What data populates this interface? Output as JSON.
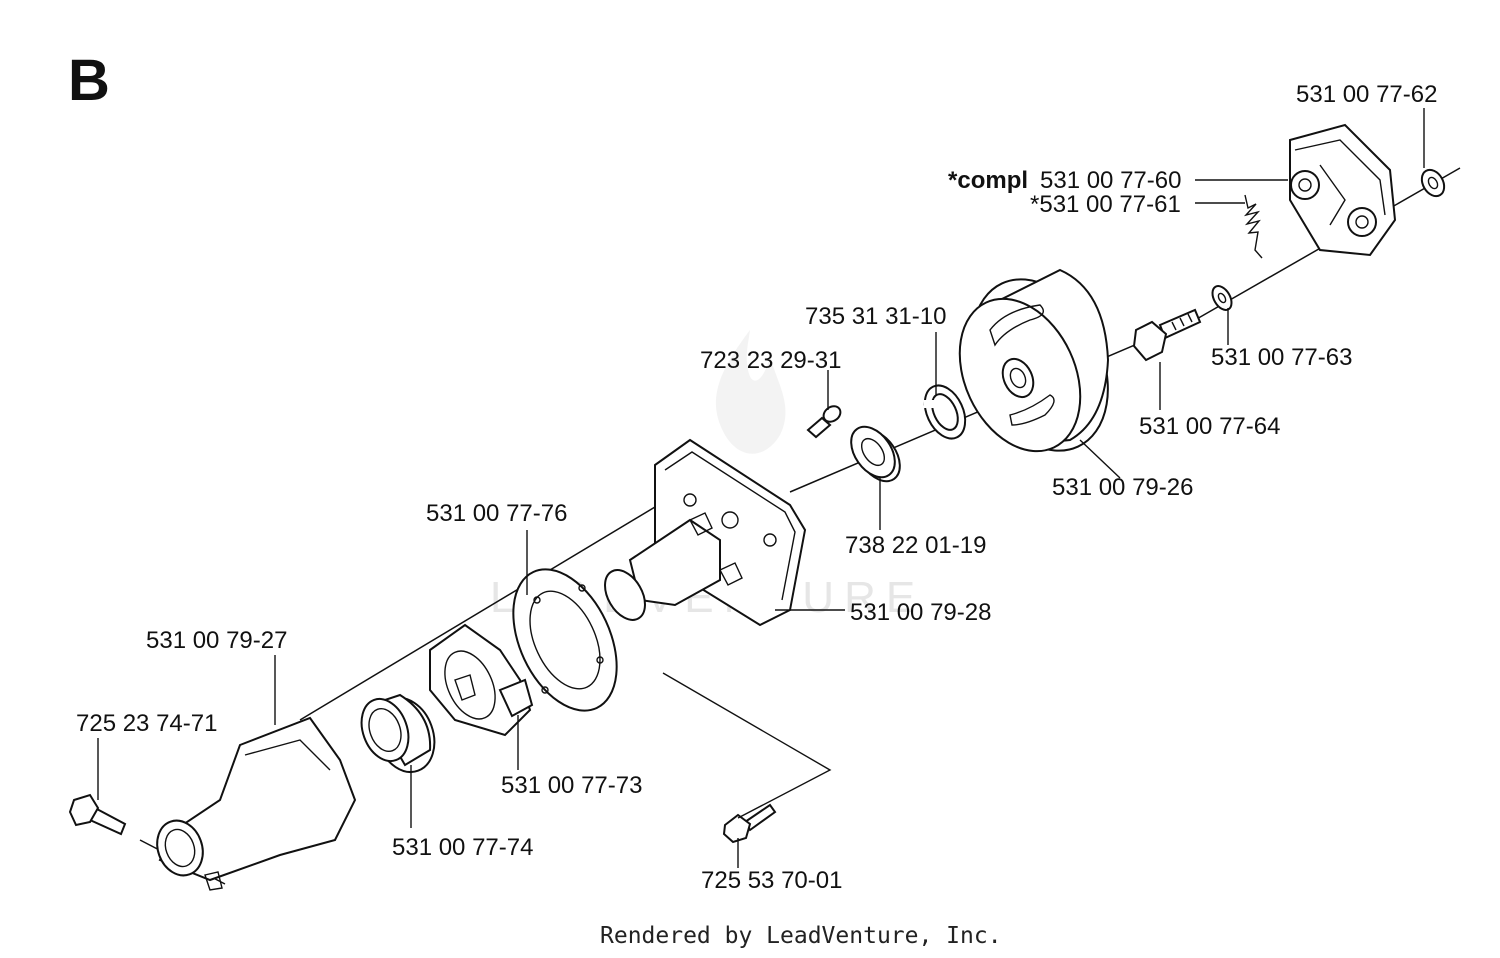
{
  "section_letter": "B",
  "watermark": "LEADVENTURE",
  "credit": "Rendered by LeadVenture, Inc.",
  "callouts": {
    "p_531_00_77_62": "531 00 77-62",
    "compl_prefix": "*compl",
    "p_531_00_77_60": "531 00 77-60",
    "p_531_00_77_61": "*531 00 77-61",
    "p_735_31_31_10": "735 31 31-10",
    "p_723_23_29_31": "723 23 29-31",
    "p_531_00_77_63": "531 00 77-63",
    "p_531_00_77_64": "531 00 77-64",
    "p_531_00_79_26": "531 00 79-26",
    "p_738_22_01_19": "738 22 01-19",
    "p_531_00_77_76": "531 00 77-76",
    "p_531_00_79_28": "531 00 79-28",
    "p_531_00_79_27": "531 00 79-27",
    "p_725_23_74_71": "725 23 74-71",
    "p_531_00_77_73": "531 00 77-73",
    "p_531_00_77_74": "531 00 77-74",
    "p_725_53_70_01": "725 53 70-01"
  }
}
